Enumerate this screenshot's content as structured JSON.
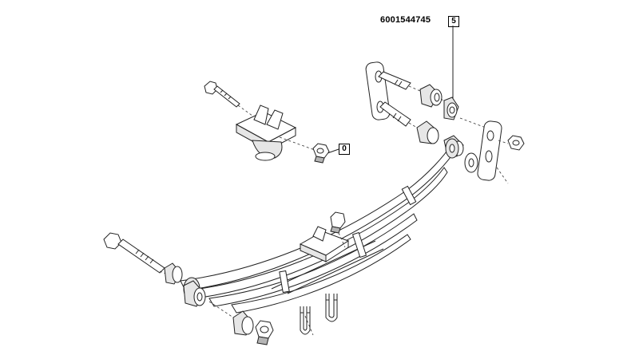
{
  "diagram": {
    "part_number": "6001544745",
    "callouts": {
      "upper_right": "5",
      "center": "0"
    }
  }
}
